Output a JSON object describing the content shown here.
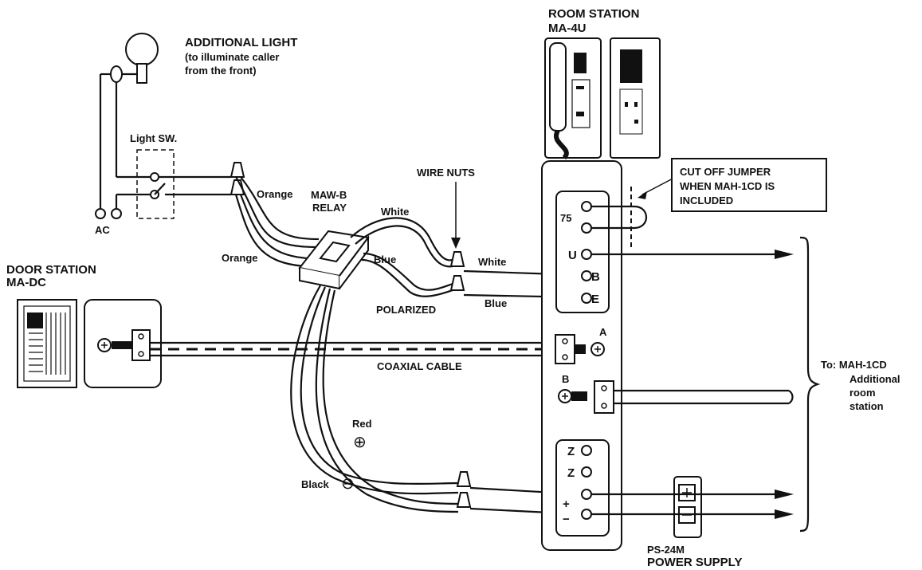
{
  "labels": {
    "room_station_title": "ROOM STATION",
    "room_station_model": "MA-4U",
    "additional_light_title": "ADDITIONAL LIGHT",
    "additional_light_note_1": "(to illuminate caller",
    "additional_light_note_2": "from the front)",
    "light_switch": "Light SW.",
    "ac": "AC",
    "orange_1": "Orange",
    "orange_2": "Orange",
    "relay_model": "MAW-B",
    "relay_word": "RELAY",
    "white_1": "White",
    "white_2": "White",
    "blue_1": "Blue",
    "blue_2": "Blue",
    "wire_nuts": "WIRE NUTS",
    "polarized": "POLARIZED",
    "jumper_1": "CUT OFF JUMPER",
    "jumper_2": "WHEN MAH-1CD IS",
    "jumper_3": "INCLUDED",
    "door_station_title": "DOOR STATION",
    "door_station_model": "MA-DC",
    "coaxial": "COAXIAL CABLE",
    "red": "Red",
    "black": "Black",
    "term_75": "75",
    "term_u": "U",
    "term_b": "B",
    "term_e": "E",
    "term_a_coax": "A",
    "term_b_coax": "B",
    "term_z1": "Z",
    "term_z2": "Z",
    "term_plus": "+",
    "term_minus": "−",
    "to_1": "To:  MAH-1CD",
    "to_2": "Additional",
    "to_3": "room",
    "to_4": "station",
    "ps_model": "PS-24M",
    "ps_title": "POWER SUPPLY"
  },
  "icons": {
    "plus": "⊕",
    "minus": "⊖"
  }
}
